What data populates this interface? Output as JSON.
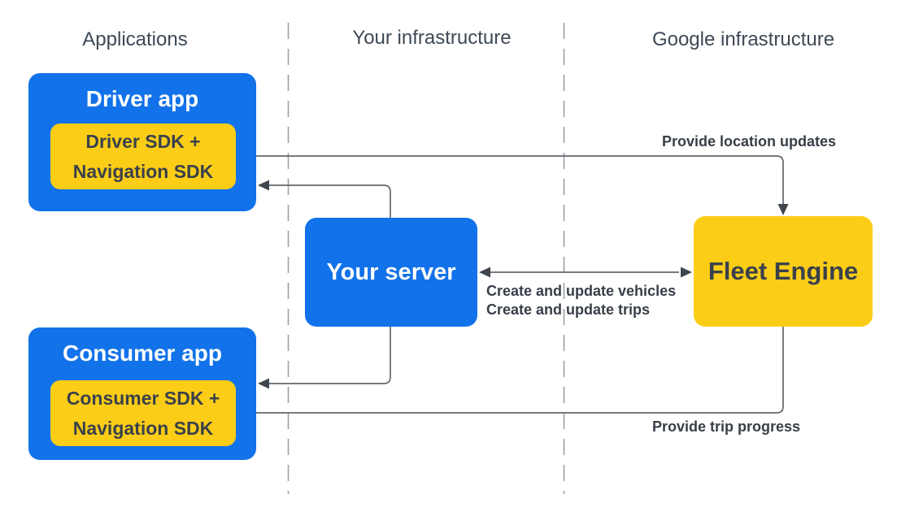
{
  "diagram": {
    "columns": [
      {
        "id": "applications",
        "label": "Applications"
      },
      {
        "id": "your-infrastructure",
        "label": "Your infrastructure"
      },
      {
        "id": "google-infrastructure",
        "label": "Google infrastructure"
      }
    ],
    "nodes": {
      "driver_app": {
        "title": "Driver app",
        "sdk_line1": "Driver SDK +",
        "sdk_line2": "Navigation SDK"
      },
      "consumer_app": {
        "title": "Consumer app",
        "sdk_line1": "Consumer SDK +",
        "sdk_line2": "Navigation SDK"
      },
      "your_server": {
        "title": "Your server"
      },
      "fleet_engine": {
        "title": "Fleet Engine"
      }
    },
    "edge_labels": {
      "provide_location_updates": "Provide location updates",
      "create_update_vehicles": "Create and update vehicles",
      "create_update_trips": "Create and update trips",
      "provide_trip_progress": "Provide trip progress"
    },
    "colors": {
      "blue": "#1272E9",
      "yellow": "#FBCD16",
      "line": "#63686E",
      "arrowhead": "#40464D",
      "header_text": "#3E4956",
      "dark_text": "#3A414B",
      "label_text": "#383E48",
      "dashed_line": "#9AA0A6"
    }
  }
}
